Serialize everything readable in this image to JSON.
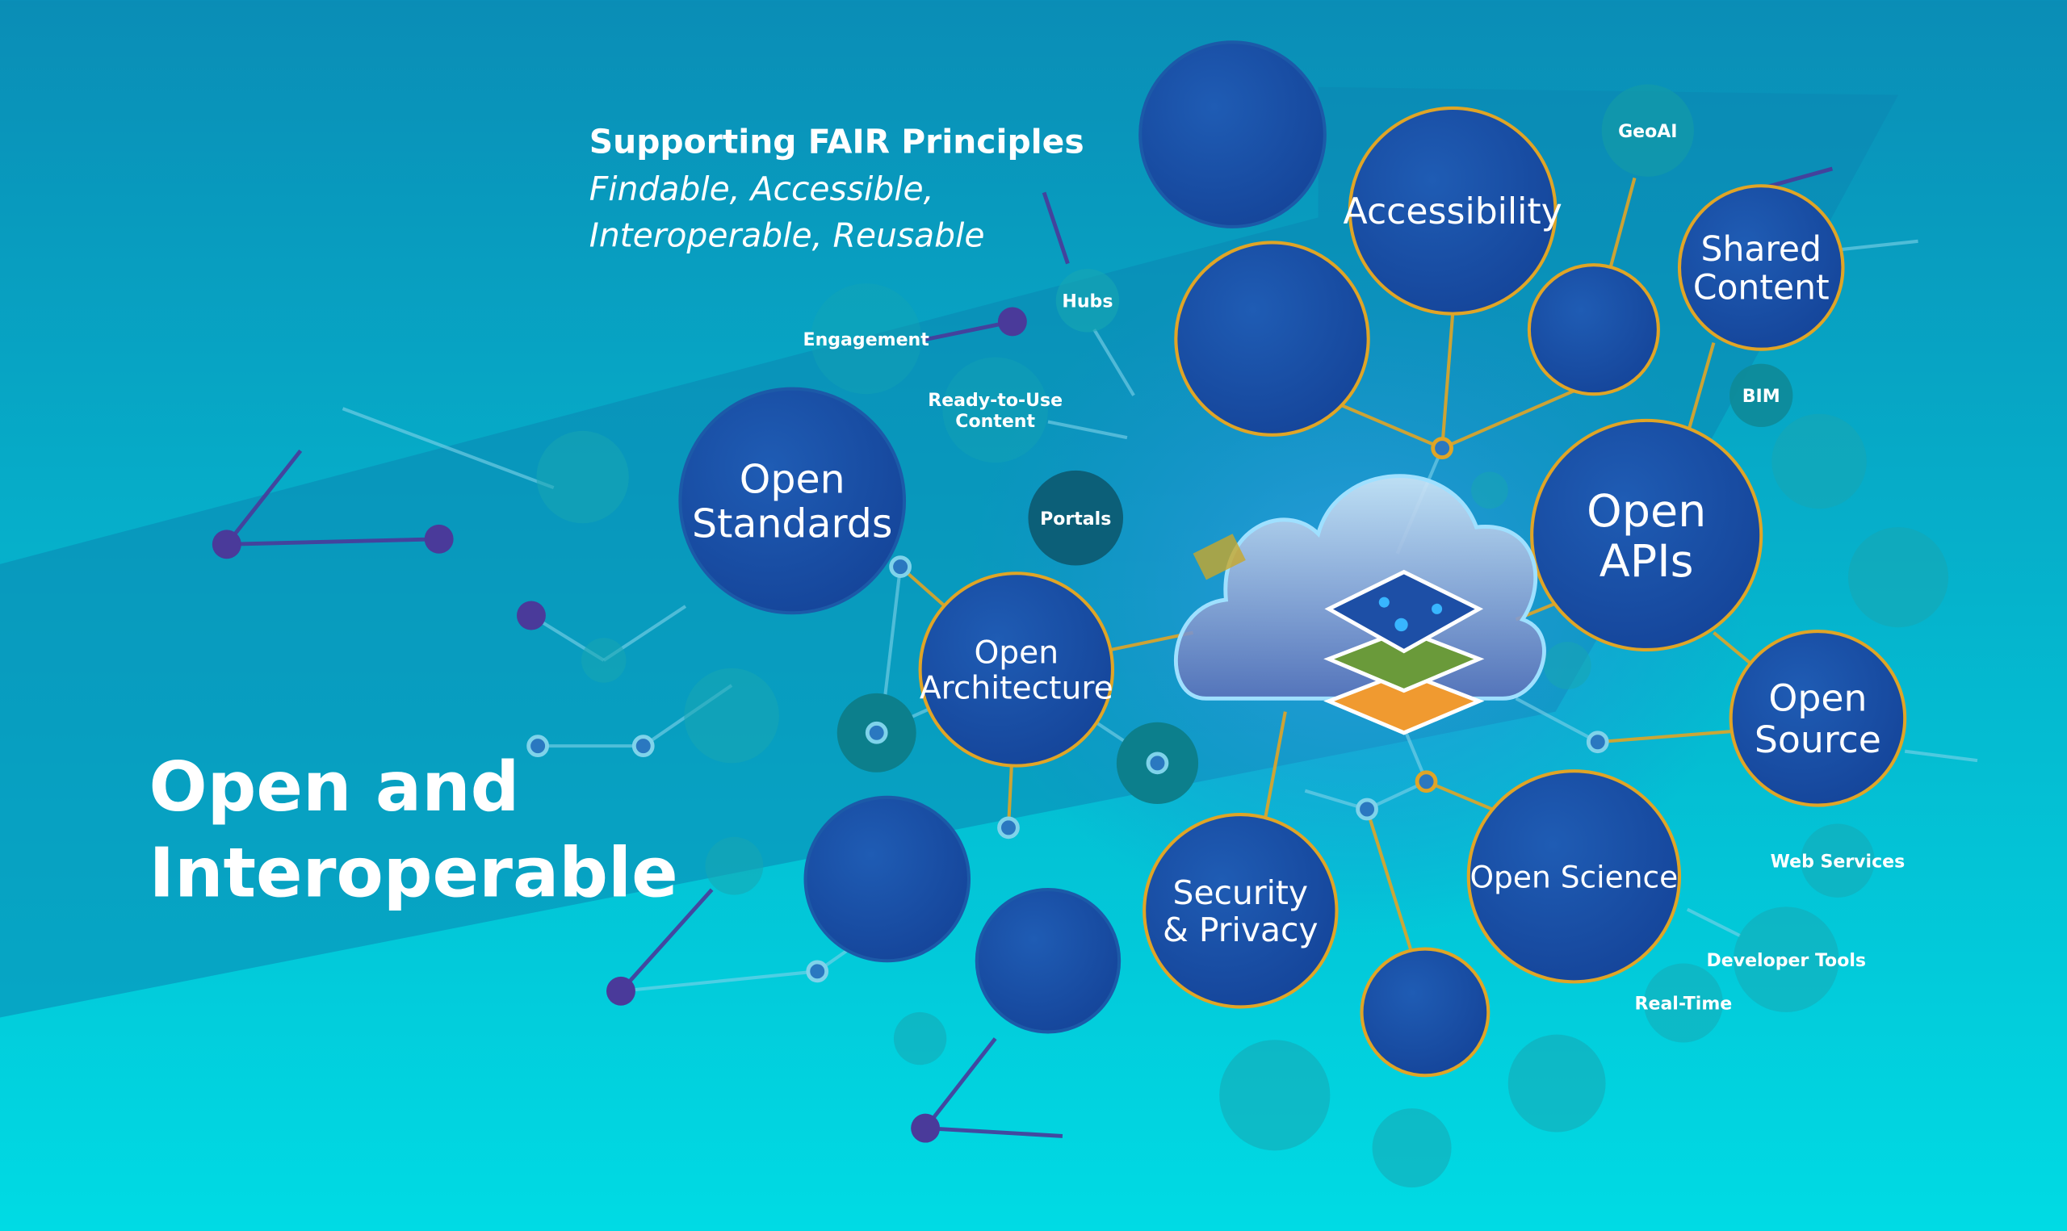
{
  "headline": {
    "line1": "Open and",
    "line2": "Interoperable"
  },
  "fair": {
    "title": "Supporting FAIR Principles",
    "line1": "Findable, Accessible,",
    "line2": "Interoperable, Reusable"
  },
  "major_nodes": {
    "open_standards": [
      "Open",
      "Standards"
    ],
    "open_architecture": [
      "Open",
      "Architecture"
    ],
    "accessibility": [
      "Accessibility"
    ],
    "shared_content": [
      "Shared",
      "Content"
    ],
    "open_apis": [
      "Open",
      "APIs"
    ],
    "open_source": [
      "Open",
      "Source"
    ],
    "open_science": [
      "Open Science"
    ],
    "security_privacy": [
      "Security",
      "& Privacy"
    ]
  },
  "minor_nodes": {
    "hubs": [
      "Hubs"
    ],
    "engagement": [
      "Engagement"
    ],
    "ready_to_use": [
      "Ready-to-Use",
      "Content"
    ],
    "portals": [
      "Portals"
    ],
    "geoai": [
      "GeoAI"
    ],
    "bim": [
      "BIM"
    ],
    "web_services": [
      "Web Services"
    ],
    "developer_tools": [
      "Developer Tools"
    ],
    "real_time": [
      "Real-Time"
    ]
  },
  "colors": {
    "node": "#1a4fa3",
    "ring": "#e0a526",
    "teal": "#17a6b2",
    "purple": "#4a3a9a",
    "bg_top": "#0a8db6",
    "bg_bottom": "#00dbe4"
  }
}
